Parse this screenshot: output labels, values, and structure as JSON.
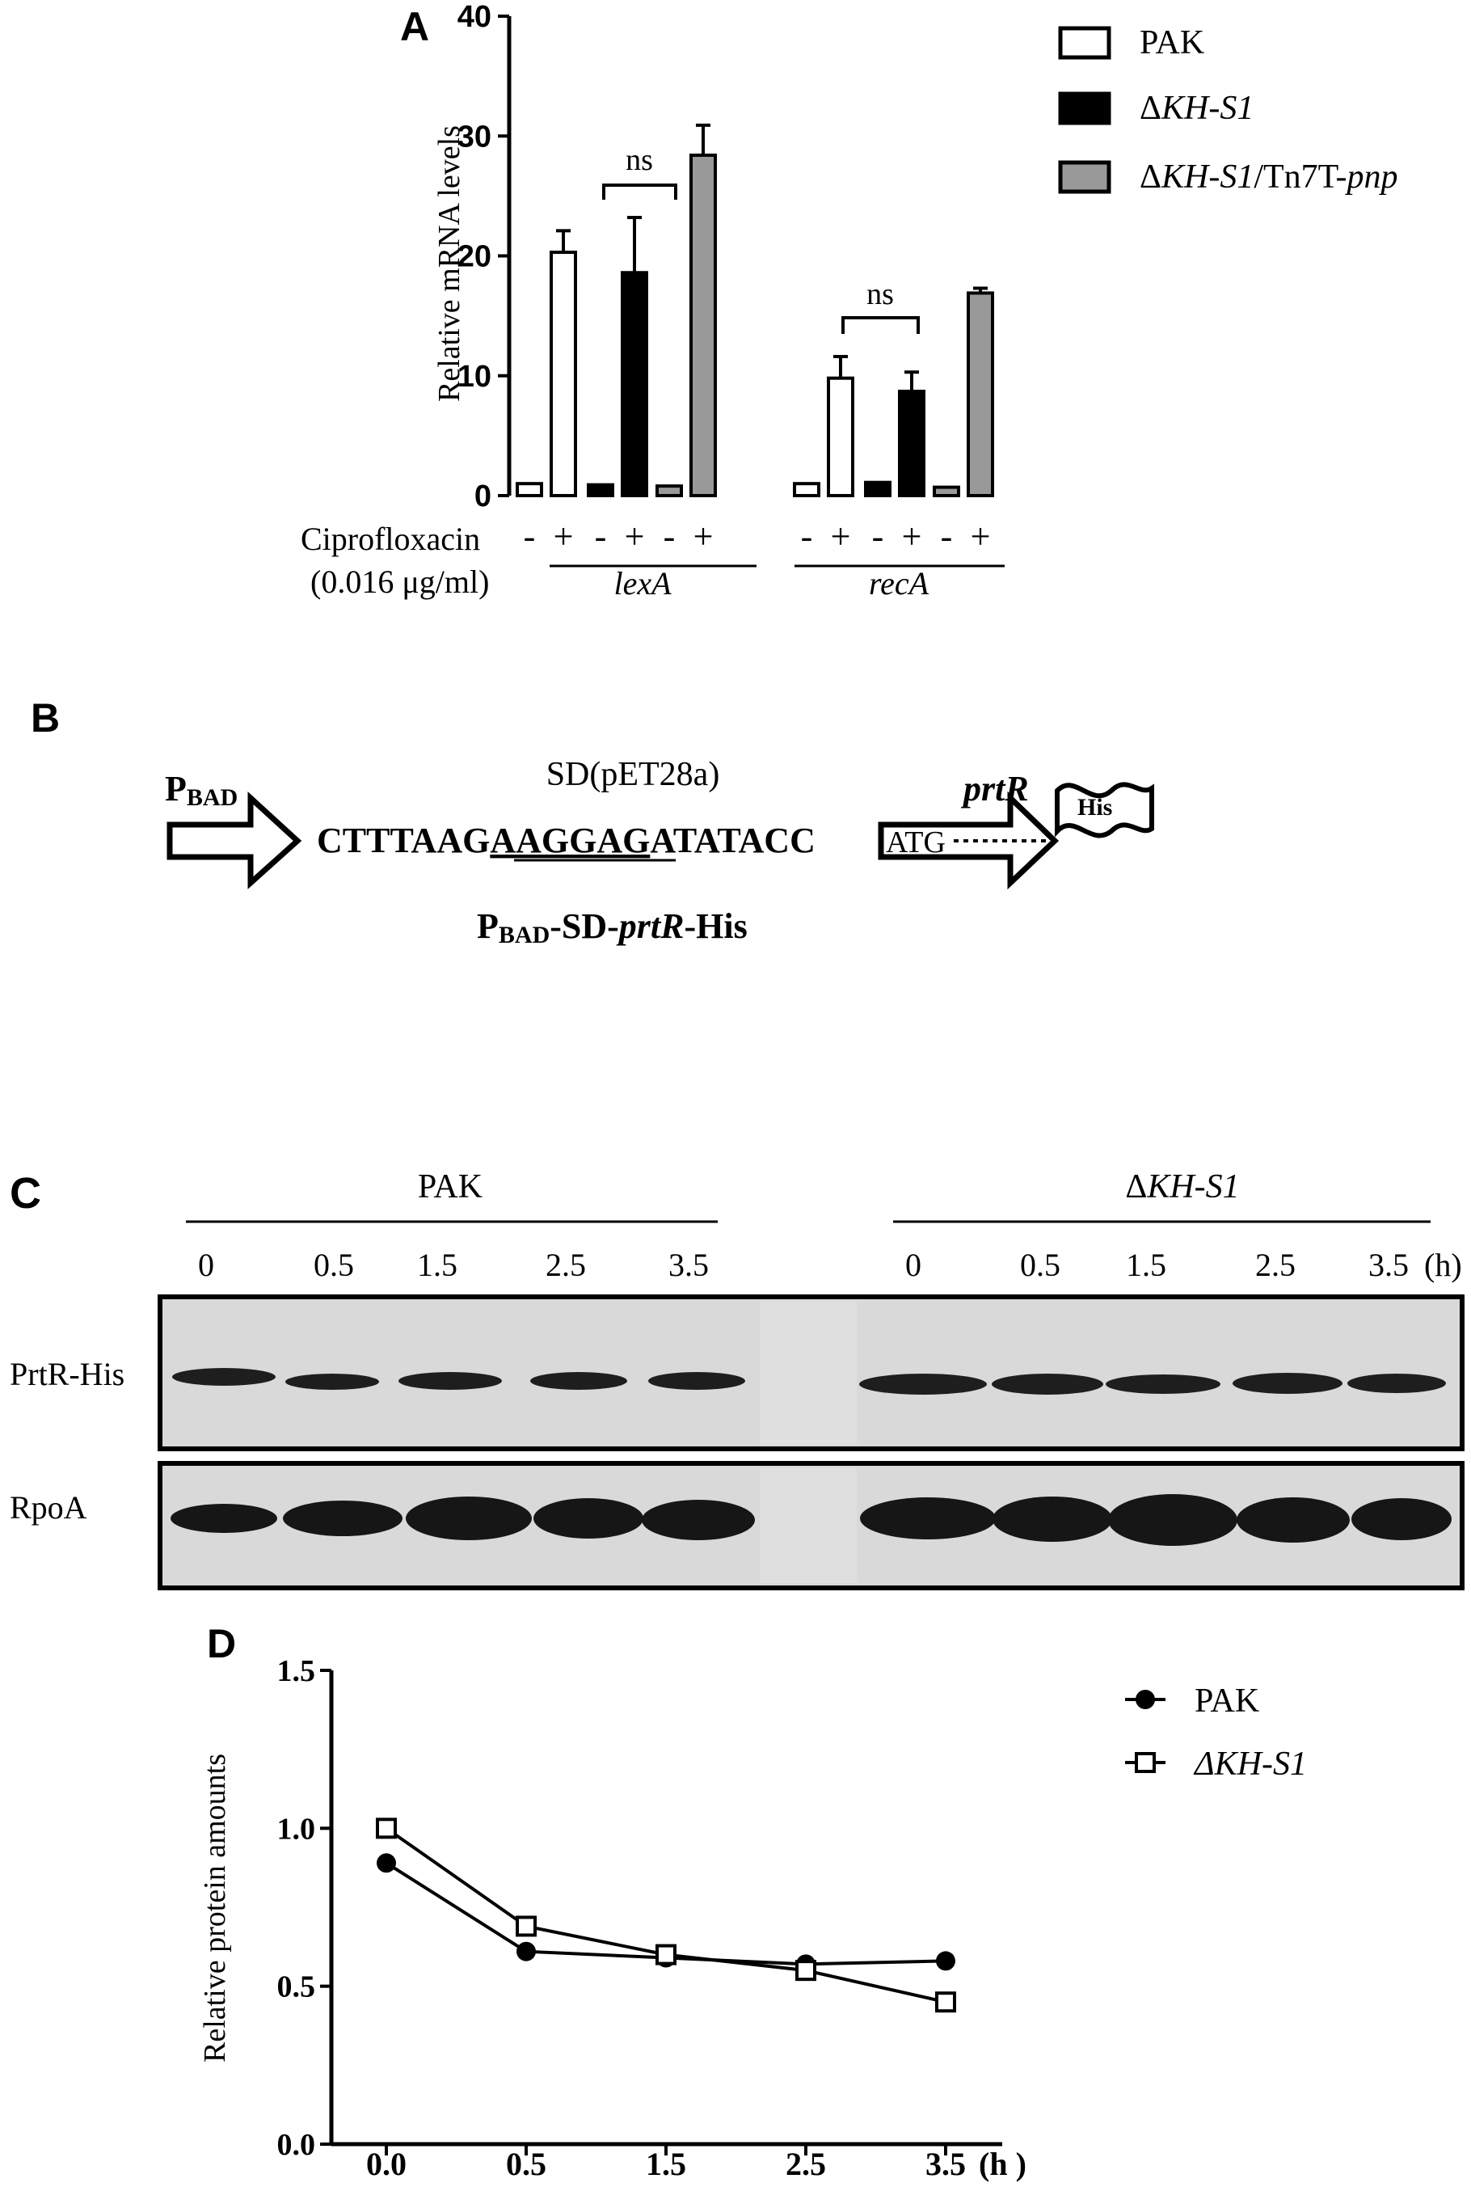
{
  "panel_labels": {
    "a": "A",
    "b": "B",
    "c": "C",
    "d": "D"
  },
  "panelA": {
    "ylabel": "Relative  mRNA levels",
    "yticks": [
      "0",
      "10",
      "20",
      "30",
      "40"
    ],
    "legend": [
      {
        "delta": "",
        "italic": "",
        "text": "PAK",
        "tail_italic": "",
        "color": "#ffffff"
      },
      {
        "delta": "Δ",
        "italic": "KH-S1",
        "text": "",
        "tail_italic": "",
        "color": "#000000"
      },
      {
        "delta": "Δ",
        "italic": "KH-S1",
        "text": "/Tn7T-",
        "tail_italic": "pnp",
        "color": "#999999"
      }
    ],
    "treatment_label": "Ciprofloxacin",
    "treatment_conc": "(0.016 μg/ml)",
    "minus": "-",
    "plus": "+",
    "ns": "ns",
    "genes": [
      "lexA",
      "recA"
    ]
  },
  "panelB": {
    "promoter_main": "P",
    "promoter_sub": "BAD",
    "sd_label": "SD(pET28a)",
    "seq_before": "CTTTAAG",
    "seq_underlined": "AAGGAG",
    "seq_after": "ATATACC",
    "gene": "prtR",
    "start_codon": "ATG",
    "tag": "His",
    "construct_p": "P",
    "construct_sub": "BAD",
    "construct_mid": "-SD-",
    "construct_gene": "prtR",
    "construct_tail": "-His"
  },
  "panelC": {
    "groups": [
      {
        "delta": "",
        "name": "PAK"
      },
      {
        "delta": "Δ",
        "name": "KH-S1"
      }
    ],
    "timepoints": [
      "0",
      "0.5",
      "1.5",
      "2.5",
      "3.5"
    ],
    "unit": "(h)",
    "rows": [
      "PrtR-His",
      "RpoA"
    ]
  },
  "chart_data": [
    {
      "type": "bar",
      "title": "",
      "xlabel": "",
      "ylabel": "Relative  mRNA levels",
      "ylim": [
        0,
        40
      ],
      "grid": false,
      "legend_position": "top-right",
      "groups": [
        "lexA",
        "recA"
      ],
      "categories": [
        "lexA -",
        "lexA +",
        "recA -",
        "recA +"
      ],
      "series": [
        {
          "name": "PAK",
          "values": [
            1.0,
            20.3,
            1.0,
            9.8
          ],
          "errors": [
            0,
            1.8,
            0,
            1.8
          ]
        },
        {
          "name": "ΔKH-S1",
          "values": [
            0.9,
            18.6,
            1.1,
            8.7
          ],
          "errors": [
            0,
            4.6,
            0,
            1.6
          ]
        },
        {
          "name": "ΔKH-S1/Tn7T-pnp",
          "values": [
            0.8,
            28.4,
            0.7,
            16.9
          ],
          "errors": [
            0,
            2.5,
            0,
            0.4
          ]
        }
      ],
      "annotations": [
        "ns",
        "ns"
      ]
    },
    {
      "type": "line",
      "title": "",
      "xlabel": "(h )",
      "ylabel": "Relative  protein  amounts",
      "ylim": [
        0.0,
        1.5
      ],
      "yticks": [
        "0.0",
        "0.5",
        "1.0",
        "1.5"
      ],
      "x": [
        "0.0",
        "0.5",
        "1.5",
        "2.5",
        "3.5"
      ],
      "grid": false,
      "legend_position": "top-right",
      "series": [
        {
          "name": "PAK",
          "values": [
            0.89,
            0.61,
            0.59,
            0.57,
            0.58
          ]
        },
        {
          "name": "ΔKH-S1",
          "values": [
            1.0,
            0.69,
            0.6,
            0.55,
            0.45
          ]
        }
      ]
    }
  ]
}
